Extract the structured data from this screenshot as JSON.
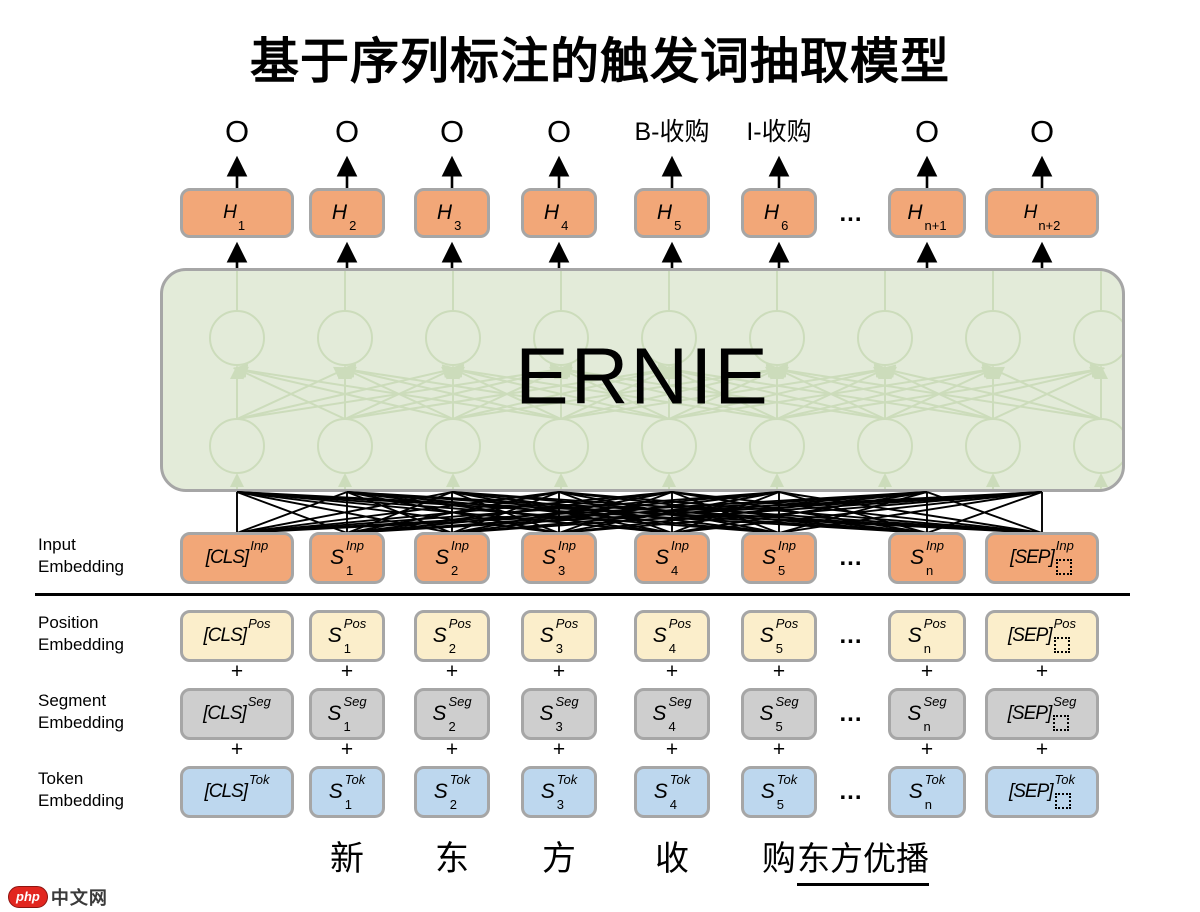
{
  "title": "基于序列标注的触发词抽取模型",
  "ernie_label": "ERNIE",
  "dots": "...",
  "plus": "+",
  "output_labels": [
    "O",
    "O",
    "O",
    "O",
    "B-收购",
    "I-收购",
    "O",
    "O"
  ],
  "hidden_row": {
    "cells": [
      {
        "base": "H",
        "sub": "1"
      },
      {
        "base": "H",
        "sub": "2"
      },
      {
        "base": "H",
        "sub": "3"
      },
      {
        "base": "H",
        "sub": "4"
      },
      {
        "base": "H",
        "sub": "5"
      },
      {
        "base": "H",
        "sub": "6"
      },
      {
        "base": "H",
        "sub": "n+1"
      },
      {
        "base": "H",
        "sub": "n+2"
      }
    ]
  },
  "token_bases": [
    "[CLS]",
    "S",
    "S",
    "S",
    "S",
    "S",
    "S",
    "[SEP]"
  ],
  "token_subs": [
    "",
    "1",
    "2",
    "3",
    "4",
    "5",
    "n",
    ""
  ],
  "superscripts": {
    "input": "Inp",
    "position": "Pos",
    "segment": "Seg",
    "token": "Tok"
  },
  "row_labels": {
    "input_line1": "Input",
    "input_line2": "Embedding",
    "position_line1": "Position",
    "position_line2": "Embedding",
    "segment_line1": "Segment",
    "segment_line2": "Embedding",
    "token_line1": "Token",
    "token_line2": "Embedding"
  },
  "sentence": {
    "char1": "新",
    "char2": "东",
    "char3": "方",
    "char4": "收",
    "char5": "购",
    "underlined_phrase": "东方优播"
  },
  "watermark": {
    "badge": "php",
    "text": "中文网"
  },
  "colors": {
    "hidden_box": "#f2a778",
    "input_box": "#f2a778",
    "position_box": "#fbeecb",
    "segment_box": "#cecece",
    "token_box": "#bdd7ee",
    "ernie_fill": "#e3ebd9",
    "border": "#a6a6a6"
  }
}
